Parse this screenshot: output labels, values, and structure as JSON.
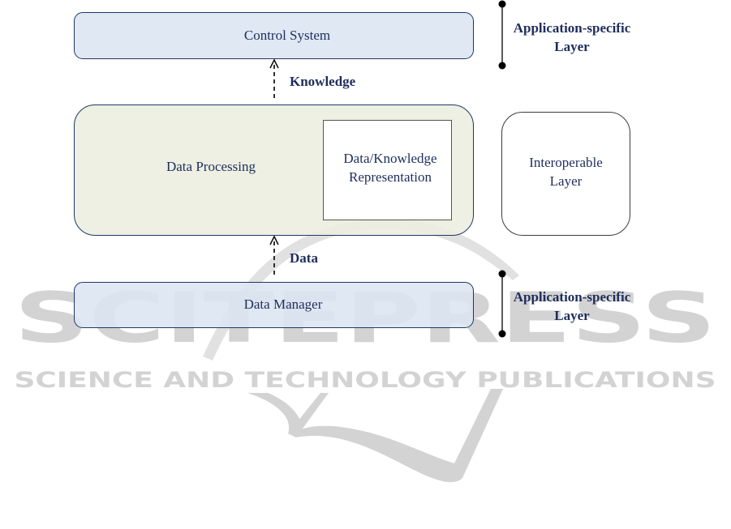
{
  "diagram": {
    "control_system": {
      "label": "Control System"
    },
    "knowledge_arrow": {
      "label": "Knowledge"
    },
    "data_processing": {
      "label": "Data Processing",
      "inner": {
        "line1": "Data/Knowledge",
        "line2": "Representation"
      }
    },
    "interoperable_layer": {
      "line1": "Interoperable",
      "line2": "Layer"
    },
    "data_arrow": {
      "label": "Data"
    },
    "data_manager": {
      "label": "Data Manager"
    },
    "top_bracket": {
      "line1": "Application-specific",
      "line2": "Layer"
    },
    "bottom_bracket": {
      "line1": "Application-specific",
      "line2": "Layer"
    }
  },
  "watermark": {
    "title": "SCITEPRESS",
    "subtitle": "SCIENCE AND TECHNOLOGY PUBLICATIONS",
    "color": "#d3d3d3"
  },
  "colors": {
    "text": "#1f2d5c",
    "border": "#1f3864",
    "blue_fill": "#dbe5f1",
    "green_fill": "#eaeede"
  }
}
